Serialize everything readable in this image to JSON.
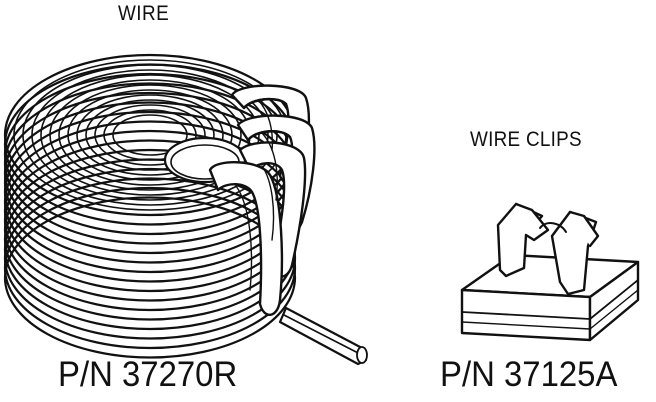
{
  "wire": {
    "label": "WIRE",
    "part_number": "P/N 37270R"
  },
  "wire_clips": {
    "label": "WIRE CLIPS",
    "part_number": "P/N 37125A"
  }
}
